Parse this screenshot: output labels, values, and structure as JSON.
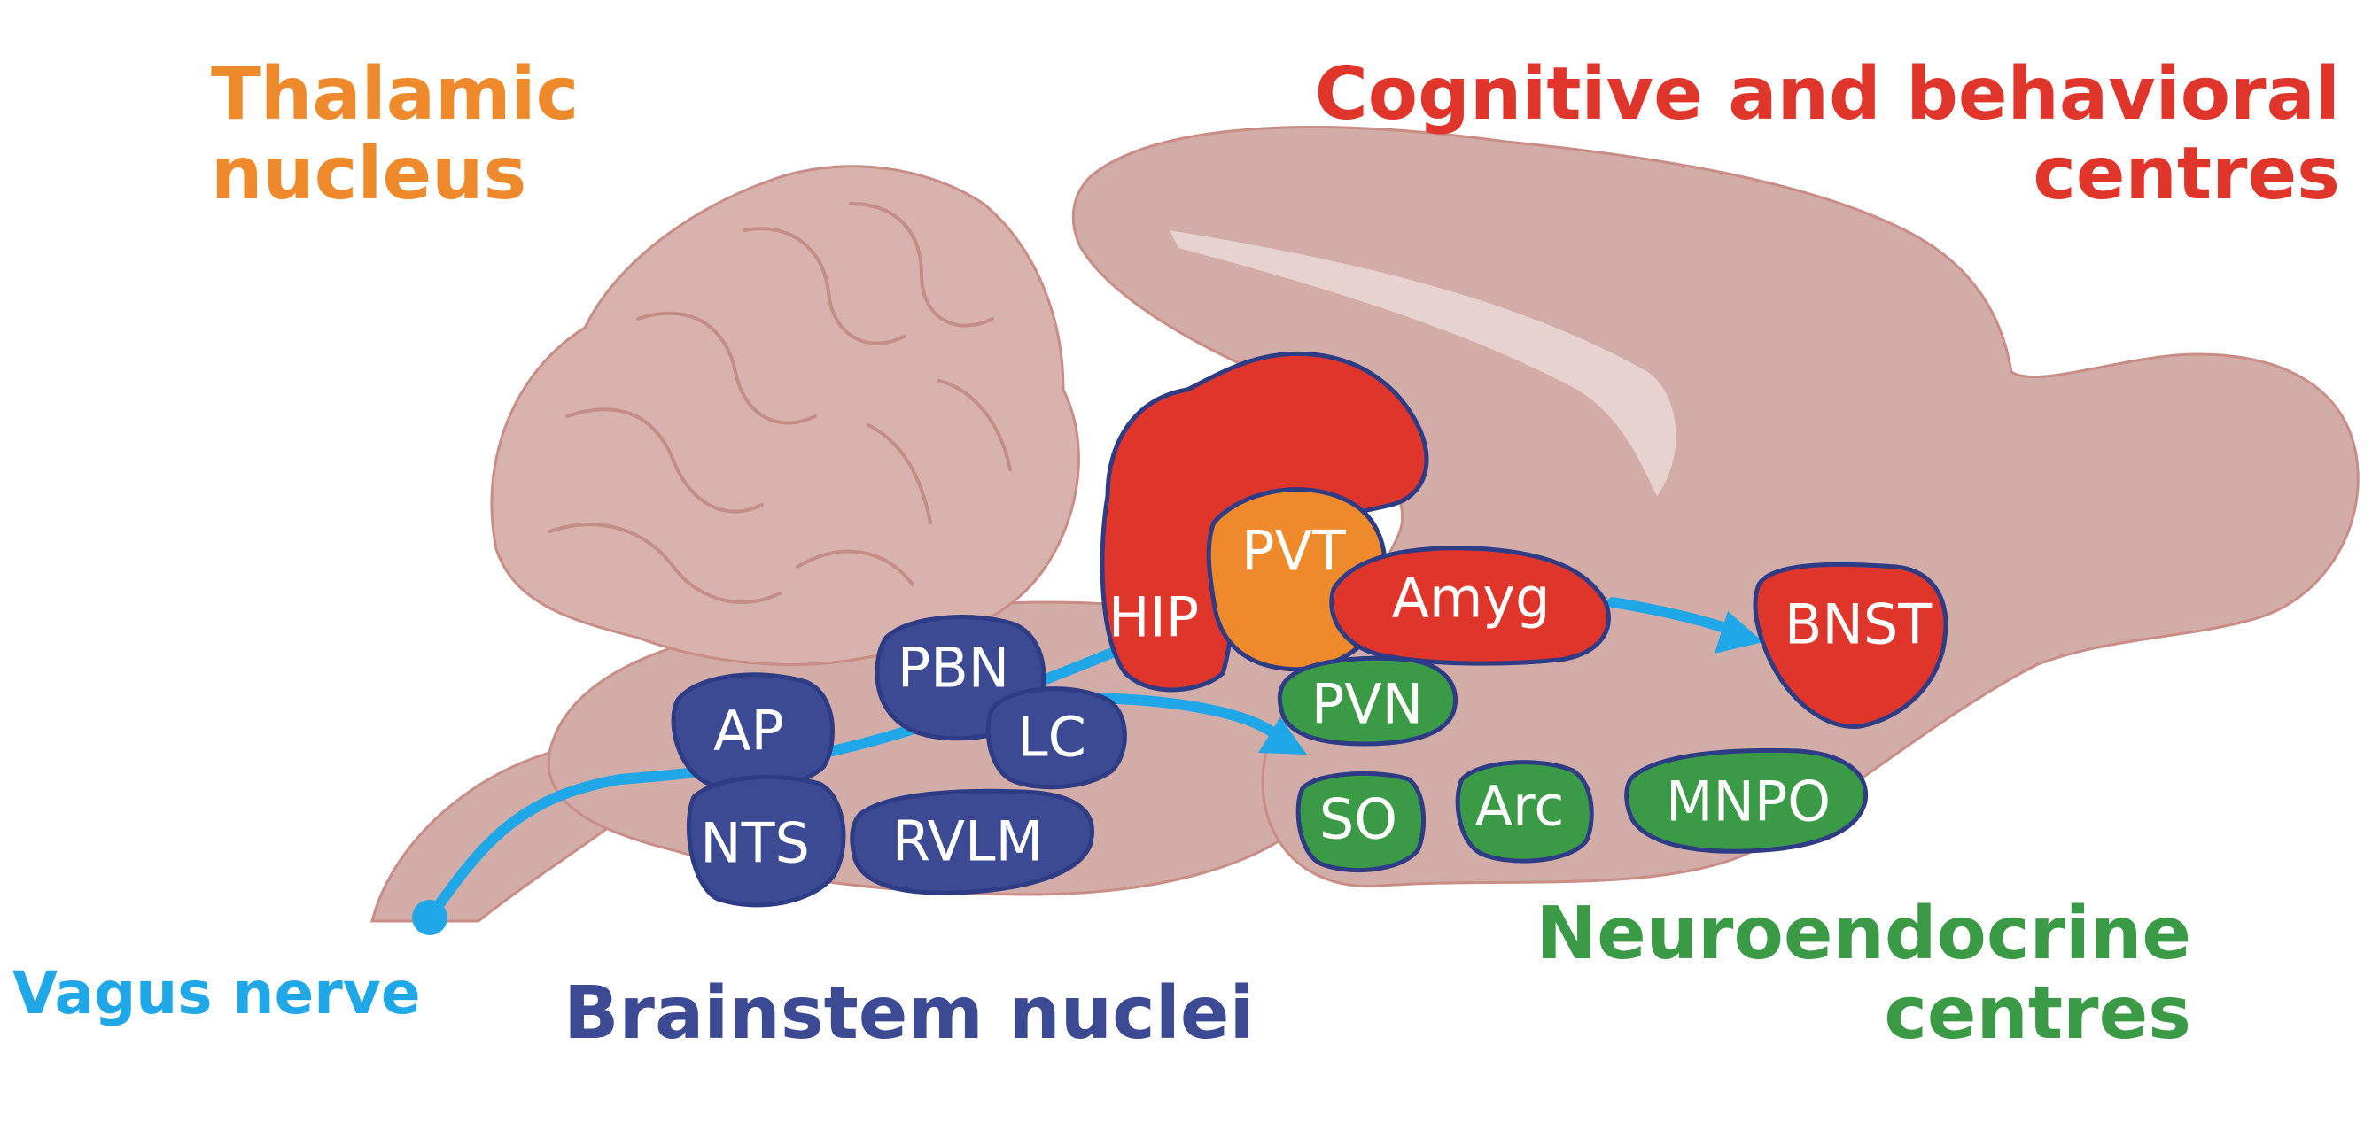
{
  "captions": {
    "thalamic_line1": "Thalamic",
    "thalamic_line2": "nucleus",
    "cognitive_line1": "Cognitive and behavioral",
    "cognitive_line2": "centres",
    "neuro_line1": "Neuroendocrine",
    "neuro_line2": "centres",
    "vagus": "Vagus nerve",
    "brainstem": "Brainstem nuclei"
  },
  "nuclei": {
    "hip": "HIP",
    "pvt": "PVT",
    "amyg": "Amyg",
    "bnst": "BNST",
    "pvn": "PVN",
    "so": "SO",
    "arc": "Arc",
    "mnpo": "MNPO",
    "pbn": "PBN",
    "lc": "LC",
    "ap": "AP",
    "nts": "NTS",
    "rvlm": "RVLM"
  },
  "colors": {
    "thalamic": "#ee8a2b",
    "cognitive": "#e0352b",
    "neuroendocrine": "#3a9a46",
    "brainstem": "#3b4a93",
    "vagus": "#1fa7e8",
    "brain_fill": "#d2aca7",
    "brain_outline": "#c98d85"
  }
}
